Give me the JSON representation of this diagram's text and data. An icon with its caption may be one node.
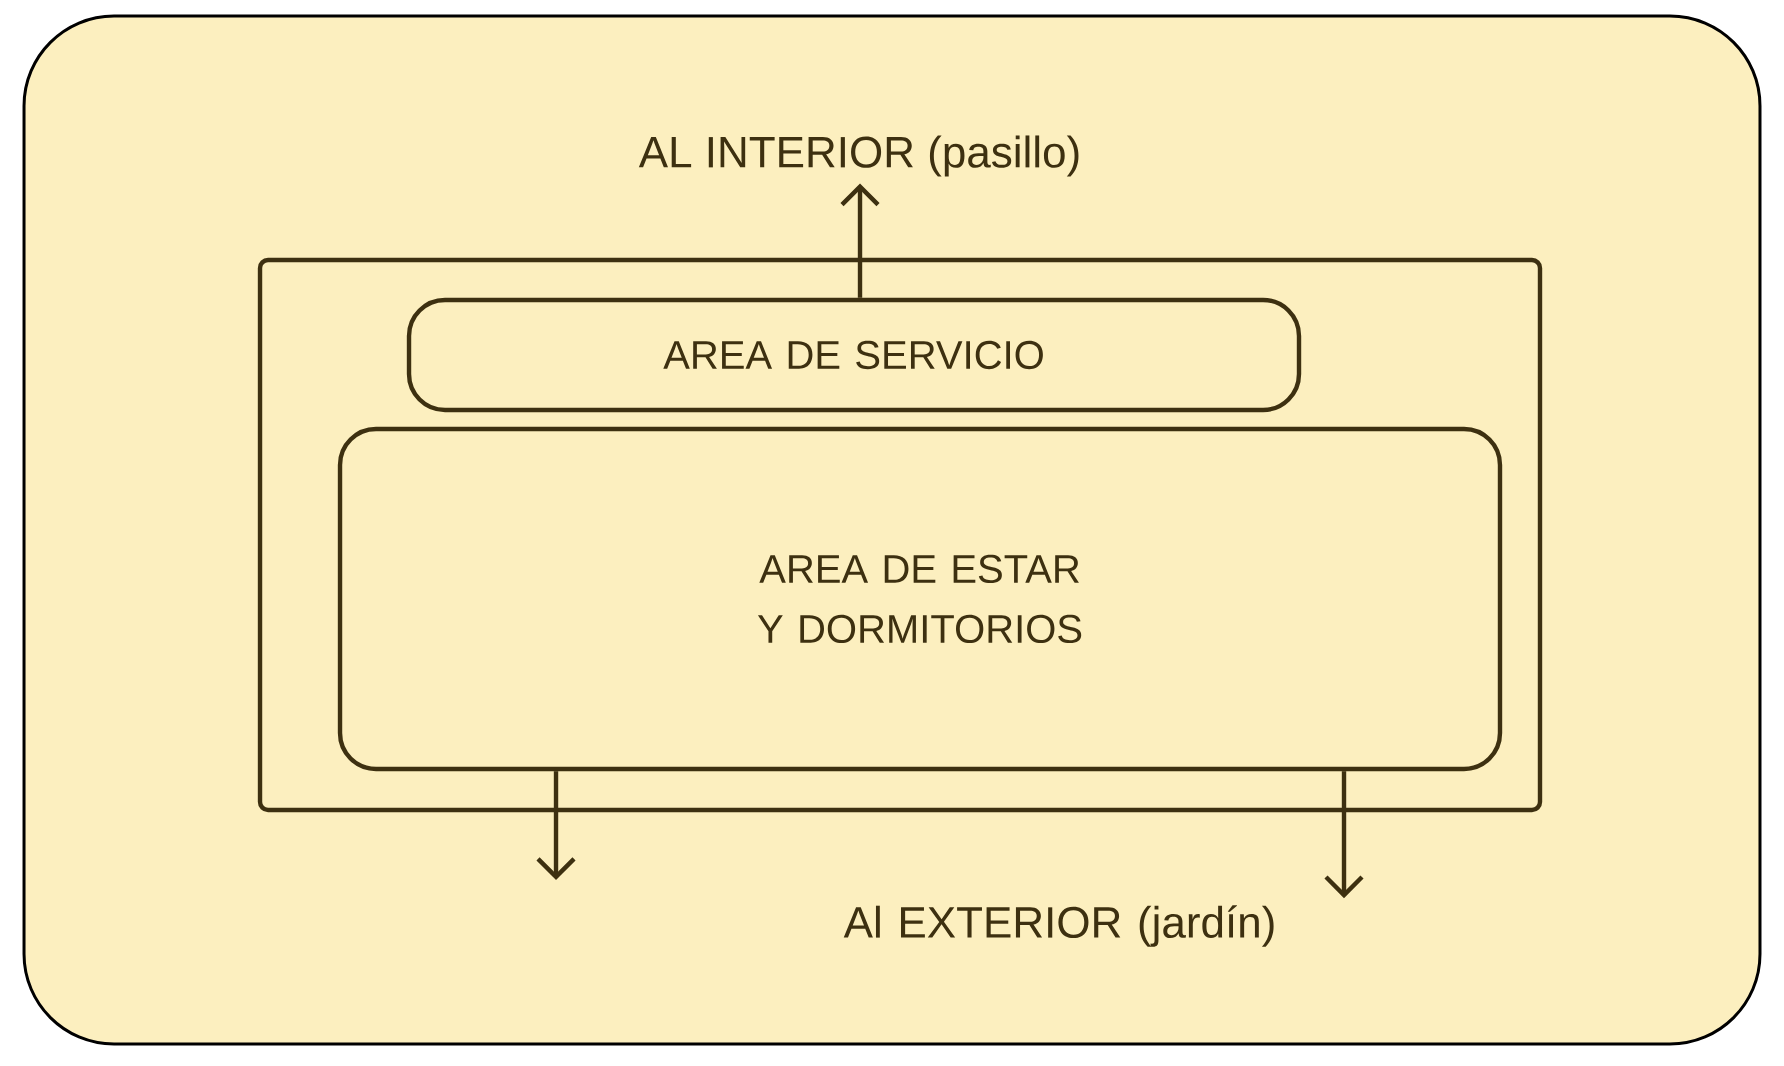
{
  "diagram": {
    "nodes": [
      {
        "text": [],
        "shape": "box"
      },
      {
        "text": [
          "AREA DE SERVICIO"
        ],
        "in": 0
      },
      {
        "text": [
          "AREA DE ESTAR Y DORMITORIOS"
        ],
        "in": 0
      },
      {
        "text": [
          "AL INTERIOR (pasillo)"
        ]
      },
      {
        "text": [
          "Al EXTERIOR (jardín)"
        ]
      }
    ],
    "edges": [
      {
        "from": 1,
        "to": 3,
        "arrow": "to"
      },
      {
        "from": 2,
        "to": null,
        "arrow": "to"
      },
      {
        "from": 2,
        "to": 4,
        "arrow": "to"
      }
    ]
  }
}
